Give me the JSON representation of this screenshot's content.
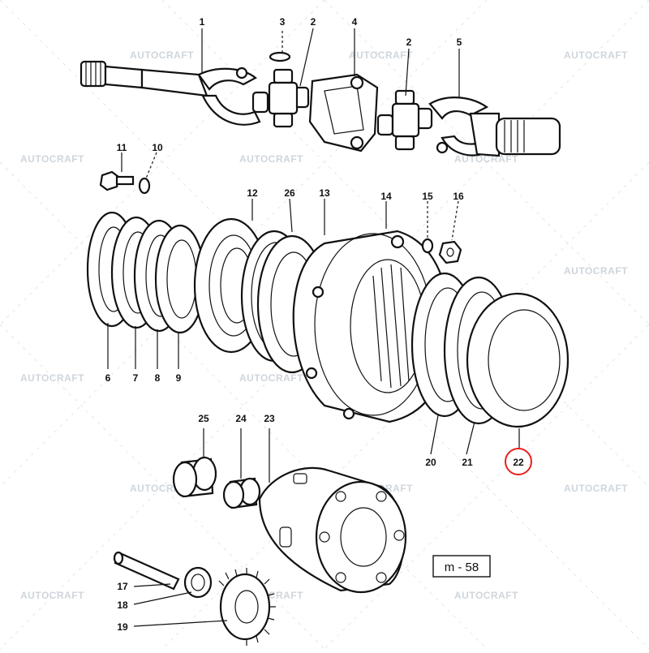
{
  "diagram": {
    "watermark": "AUTOCRAFT",
    "sheet_label": "m - 58",
    "highlight_color": "#e8201c",
    "highlighted_callout": "22",
    "callouts": [
      "1",
      "2",
      "3",
      "2",
      "4",
      "5",
      "6",
      "7",
      "8",
      "9",
      "10",
      "11",
      "12",
      "13",
      "14",
      "15",
      "16",
      "17",
      "18",
      "19",
      "20",
      "21",
      "22",
      "23",
      "24",
      "25",
      "26"
    ]
  }
}
